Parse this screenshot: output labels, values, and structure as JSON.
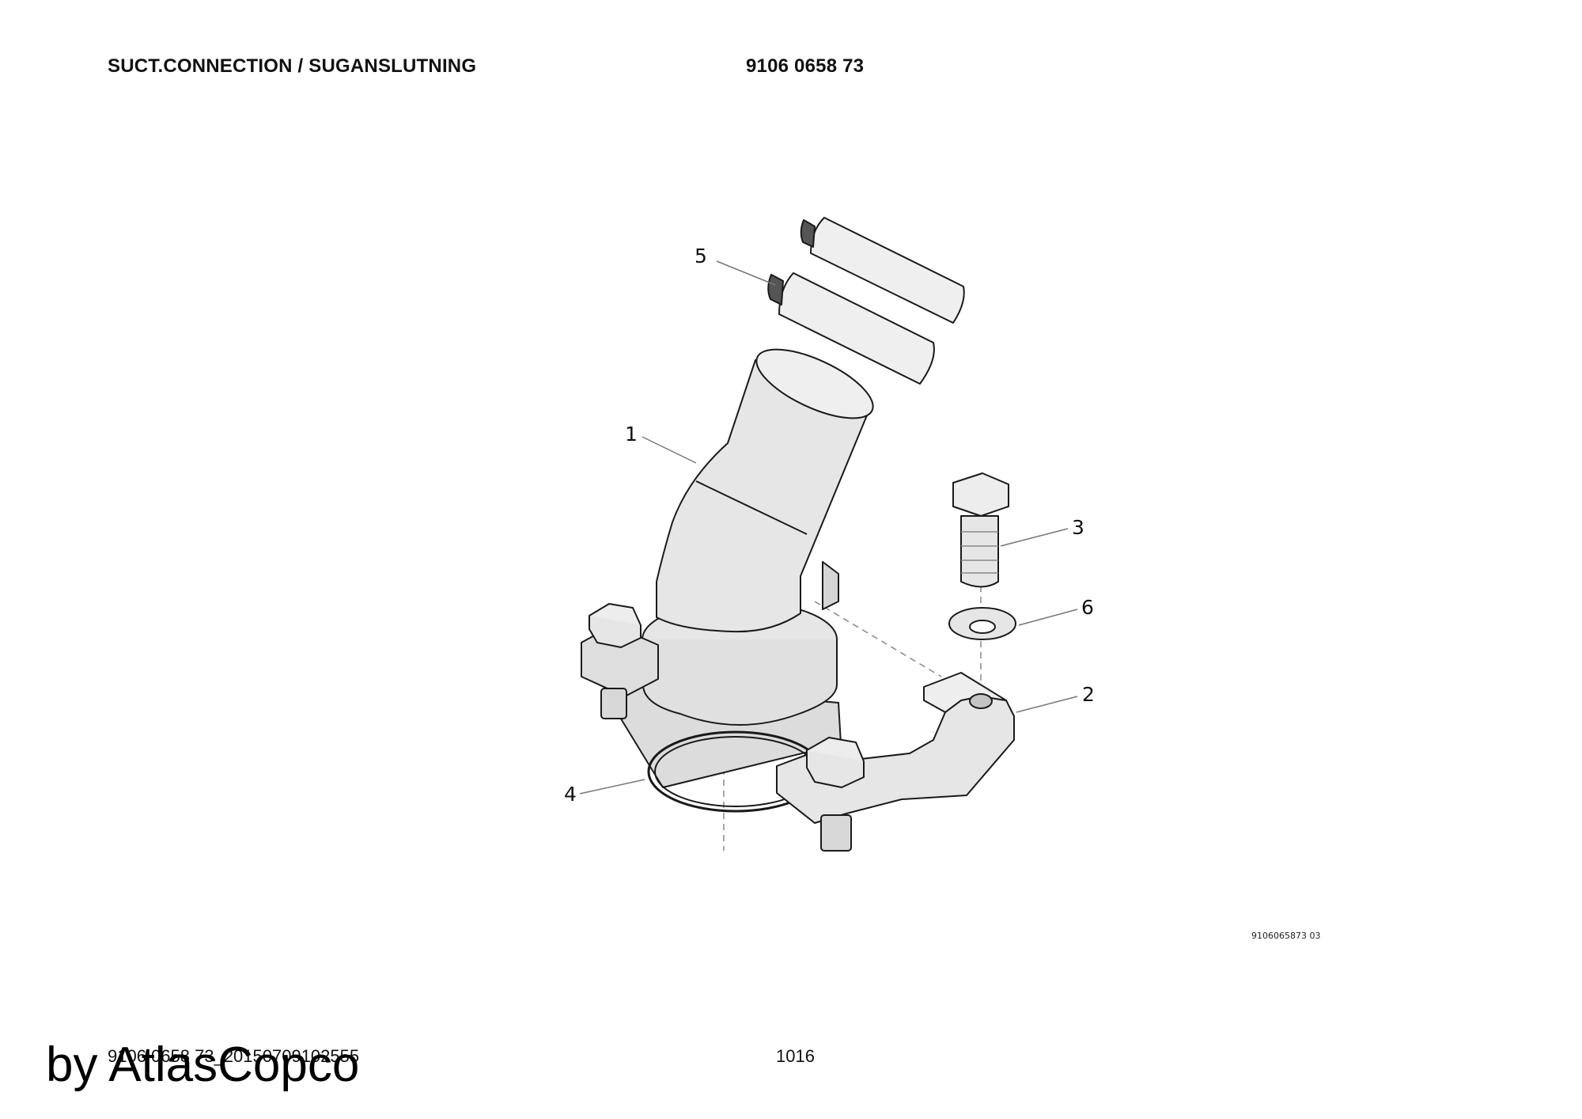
{
  "header": {
    "title": "SUCT.CONNECTION / SUGANSLUTNING",
    "part_number": "9106 0658 73"
  },
  "callouts": {
    "c1": "1",
    "c2": "2",
    "c3": "3",
    "c4": "4",
    "c5": "5",
    "c6": "6"
  },
  "drawing_ref": "9106065873 03",
  "footer": {
    "doc_id": "9106 0658 73_20150709102555",
    "page": "1016"
  },
  "watermark": "by AtlasCopco",
  "colors": {
    "part_fill": "#e6e6e6",
    "part_stroke": "#1a1a1a",
    "leader": "#777777"
  }
}
